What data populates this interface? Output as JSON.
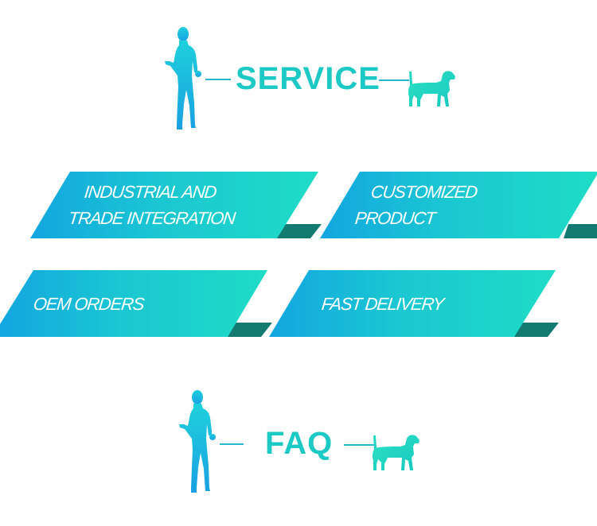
{
  "sections": {
    "service": {
      "title": "SERVICE"
    },
    "faq": {
      "title": "FAQ"
    }
  },
  "banners": [
    {
      "line1": "INDUSTRIAL AND",
      "line2": "TRADE INTEGRATION"
    },
    {
      "line1": "CUSTOMIZED",
      "line2": "PRODUCT"
    },
    {
      "line1": "OEM ORDERS"
    },
    {
      "line1": "FAST DELIVERY"
    }
  ],
  "icons": {
    "person": "person-walking-icon",
    "dog": "dog-icon"
  },
  "colors": {
    "title": "#1cc9c4",
    "gradient_start": "#12a6e0",
    "gradient_end": "#1fdcc6",
    "fold_shadow": "#137a72",
    "silhouette_blue": "#1aa8e0",
    "silhouette_teal": "#22d3c3"
  }
}
